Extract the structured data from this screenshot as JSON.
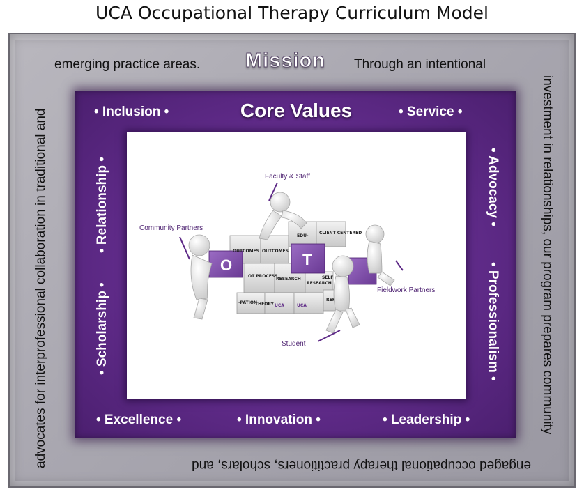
{
  "title": "UCA Occupational Therapy Curriculum Model",
  "mission": {
    "heading": "Mission",
    "top": "emerging practice areas.",
    "top_right": "Through an intentional",
    "right": "investment in relationships, our program prepares community",
    "bottom": "engaged occupational therapy practitioners, scholars, and",
    "left": "advocates for interprofessional collaboration in traditional and"
  },
  "core_values": {
    "heading": "Core Values",
    "inclusion": "• Inclusion •",
    "service": "• Service •",
    "excellence": "• Excellence •",
    "innovation": "• Innovation •",
    "leadership": "• Leadership •",
    "relationship": "• Relationship •",
    "scholarship": "• Scholarship •",
    "advocacy": "• Advocacy •",
    "professionalism": "• Professionalism •"
  },
  "illustration": {
    "labels": {
      "faculty": "Faculty & Staff",
      "community": "Community Partners",
      "fieldwork": "Fieldwork Partners",
      "student": "Student"
    },
    "blocks": [
      "OUTCOMES",
      "OUTCOMES",
      "EDU-",
      "CLIENT CENTERED",
      "OT PROCESS",
      "RESEARCH",
      "RESEARCH",
      "SELF",
      "-PATION",
      "THEORY",
      "UCA",
      "UCA",
      "REFER",
      "O",
      "T"
    ]
  },
  "colors": {
    "purple": "#5e2a87",
    "gray": "#a9a7b0",
    "white": "#ffffff"
  }
}
